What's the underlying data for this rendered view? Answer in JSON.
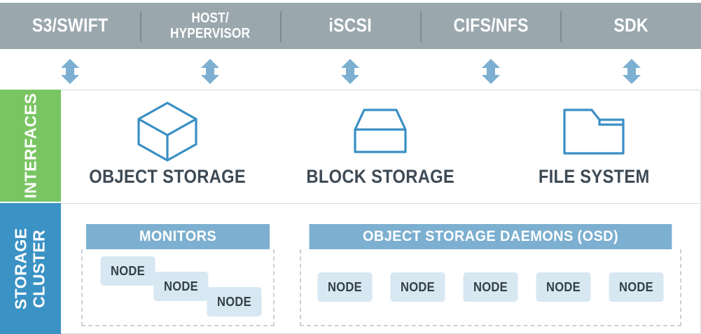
{
  "top_bar": {
    "background_color": "#9aa7ad",
    "divider_color": "#7c8b92",
    "cells": [
      {
        "label": "S3/SWIFT",
        "lines": 1
      },
      {
        "label": "HOST/\nHYPERVISOR",
        "lines": 2
      },
      {
        "label": "iSCSI",
        "lines": 1
      },
      {
        "label": "CIFS/NFS",
        "lines": 1
      },
      {
        "label": "SDK",
        "lines": 1
      }
    ]
  },
  "connectors": {
    "icon": "double-headed-vertical-arrow",
    "color": "#7cafd0",
    "count": 5
  },
  "interfaces": {
    "side_label": "INTERFACES",
    "side_color": "#7ac563",
    "columns": [
      {
        "icon": "cube-icon",
        "label": "OBJECT STORAGE"
      },
      {
        "icon": "box-icon",
        "label": "BLOCK STORAGE"
      },
      {
        "icon": "folder-icon",
        "label": "FILE SYSTEM"
      }
    ],
    "icon_color": "#3a8fc4",
    "label_color": "#3d4a55"
  },
  "storage_cluster": {
    "side_label": "STORAGE\nCLUSTER",
    "side_color": "#3b92c4",
    "header_color": "#7cafd0",
    "node_color": "#d8e8f2",
    "groups": [
      {
        "title": "MONITORS",
        "layout": "staggered",
        "nodes": [
          "NODE",
          "NODE",
          "NODE"
        ]
      },
      {
        "title": "OBJECT STORAGE DAEMONS (OSD)",
        "layout": "row",
        "nodes": [
          "NODE",
          "NODE",
          "NODE",
          "NODE",
          "NODE"
        ]
      }
    ]
  }
}
